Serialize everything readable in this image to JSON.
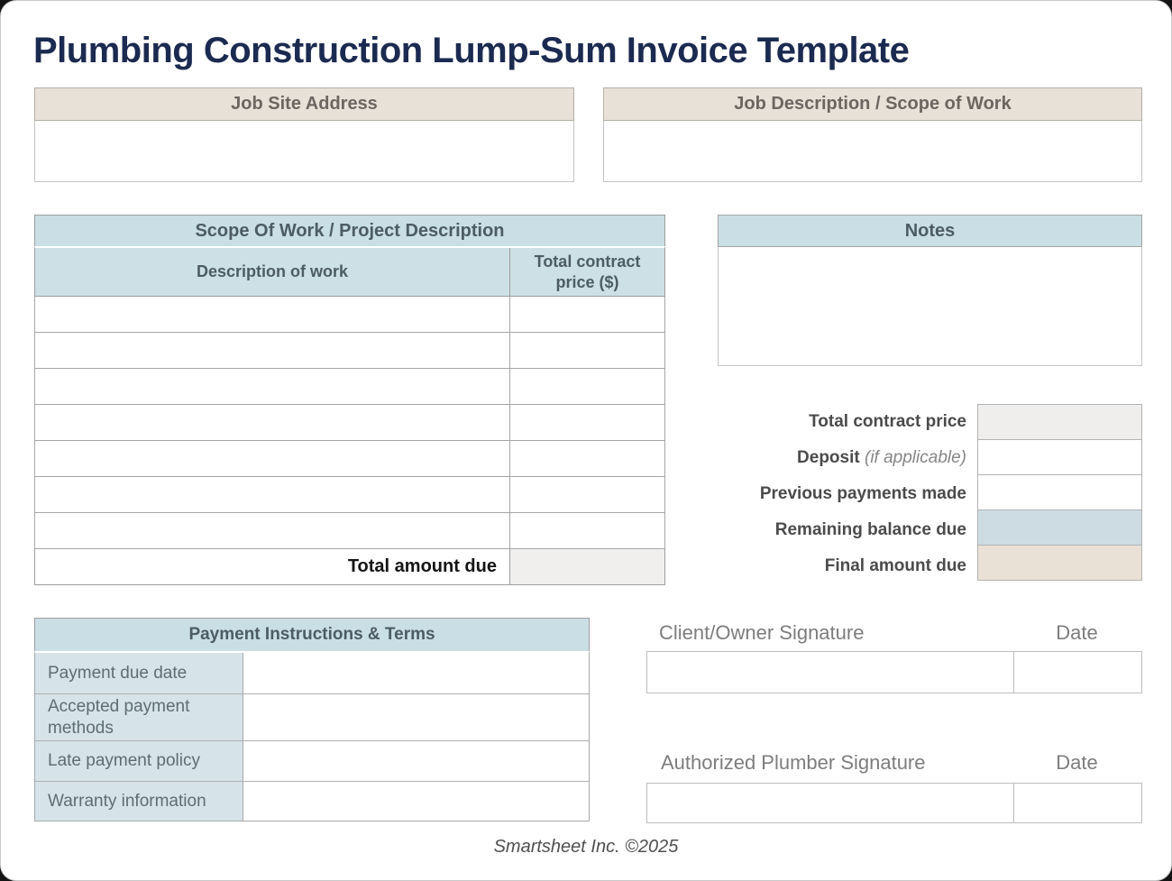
{
  "title": "Plumbing Construction Lump-Sum Invoice Template",
  "footer": "Smartsheet Inc. ©2025",
  "job_site": {
    "header": "Job Site Address",
    "value": ""
  },
  "job_description": {
    "header": "Job Description / Scope of Work",
    "value": ""
  },
  "scope_table": {
    "title": "Scope Of Work / Project Description",
    "columns": [
      "Description of work",
      "Total contract price ($)"
    ],
    "rows": [
      [
        "",
        ""
      ],
      [
        "",
        ""
      ],
      [
        "",
        ""
      ],
      [
        "",
        ""
      ],
      [
        "",
        ""
      ],
      [
        "",
        ""
      ],
      [
        "",
        ""
      ]
    ],
    "total_label": "Total amount due",
    "total_value": ""
  },
  "notes": {
    "header": "Notes",
    "value": ""
  },
  "summary": {
    "rows": [
      {
        "label": "Total contract price",
        "note": "",
        "value": ""
      },
      {
        "label": "Deposit",
        "note": "(if applicable)",
        "value": ""
      },
      {
        "label": "Previous payments made",
        "note": "",
        "value": ""
      },
      {
        "label": "Remaining balance due",
        "note": "",
        "value": ""
      },
      {
        "label": "Final amount due",
        "note": "",
        "value": ""
      }
    ]
  },
  "payment": {
    "header": "Payment Instructions & Terms",
    "rows": [
      {
        "label": "Payment due date",
        "value": ""
      },
      {
        "label": "Accepted payment methods",
        "value": ""
      },
      {
        "label": "Late payment policy",
        "value": ""
      },
      {
        "label": "Warranty information",
        "value": ""
      }
    ]
  },
  "signatures": [
    {
      "label": "Client/Owner Signature",
      "date_label": "Date",
      "signature_value": "",
      "date_value": ""
    },
    {
      "label": "Authorized Plumber Signature",
      "date_label": "Date",
      "signature_value": "",
      "date_value": ""
    }
  ],
  "colors": {
    "title_navy": "#1b2a50",
    "tan_header": "#e8e1d8",
    "blue_header": "#c9dee5",
    "payment_label_column": "#d6e3e9",
    "summary_gray_box": "#efeeec",
    "summary_blue_box": "#cddce3",
    "summary_tan_box": "#e9e1d6",
    "total_due_box": "#f0efed",
    "table_border": "#9e9e9e"
  }
}
